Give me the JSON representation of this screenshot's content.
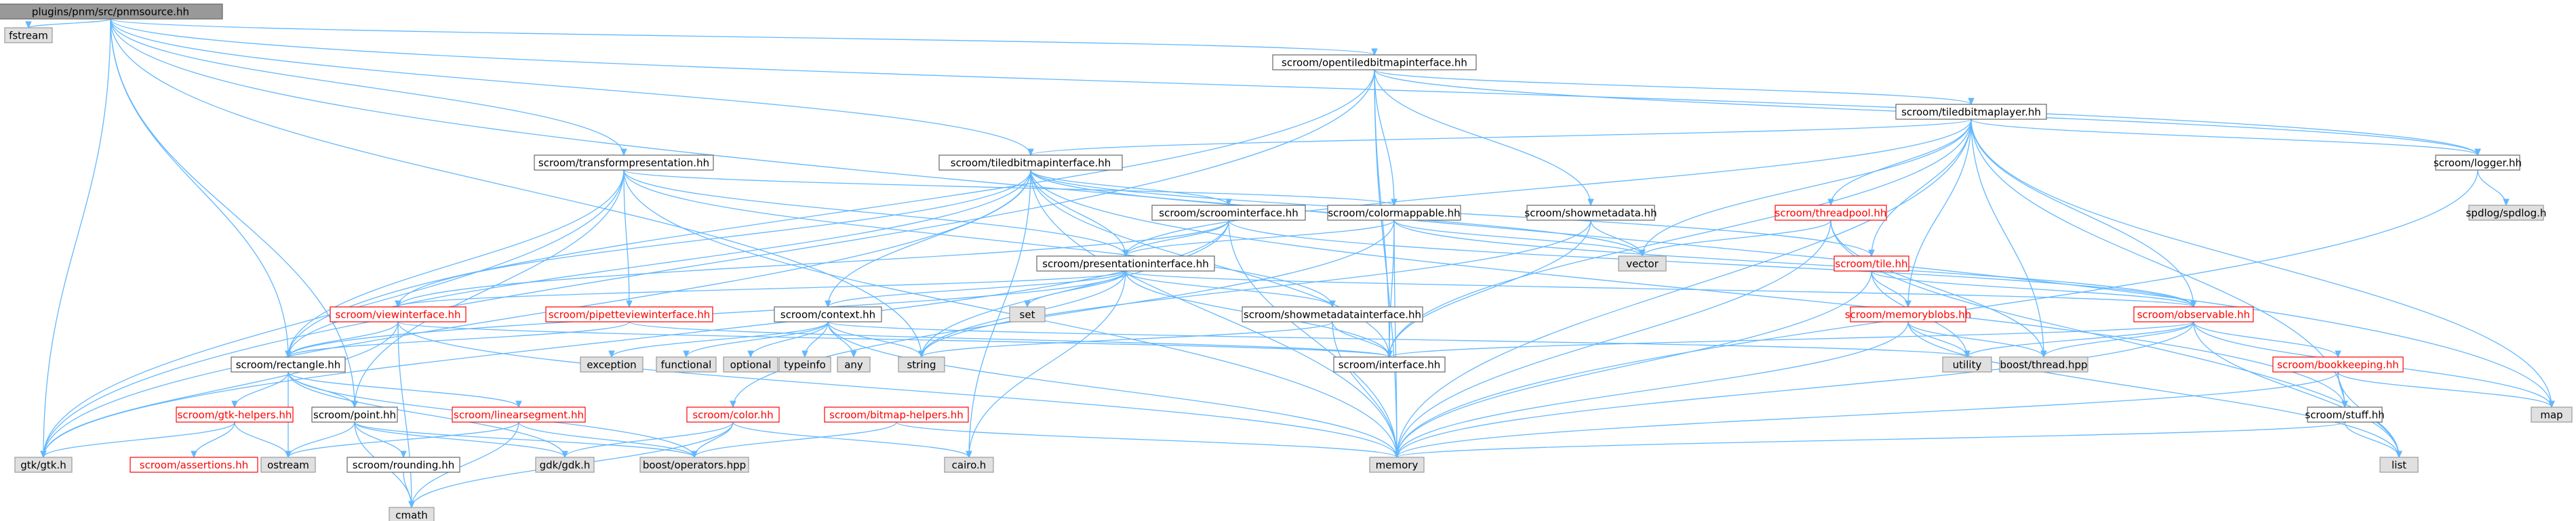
{
  "graph": {
    "colors": {
      "edge": "#63b8ff",
      "root_fill": "#999999",
      "local_fill": "#ffffff",
      "system_fill": "#e0e0e0",
      "border_black": "#666666",
      "border_red": "#ff0000",
      "border_gray": "#999999",
      "text_black": "#000000",
      "text_red": "#ff0000"
    },
    "nodes": [
      {
        "id": "root",
        "label": "plugins/pnm/src/pnmsource.hh",
        "kind": "root"
      },
      {
        "id": "fstream",
        "label": "fstream",
        "kind": "system"
      },
      {
        "id": "opentiled",
        "label": "scroom/opentiledbitmapinterface.hh",
        "kind": "local"
      },
      {
        "id": "transform",
        "label": "scroom/transformpresentation.hh",
        "kind": "local"
      },
      {
        "id": "tiledbitmapinterface",
        "label": "scroom/tiledbitmapinterface.hh",
        "kind": "local"
      },
      {
        "id": "tiledbitmaplayer",
        "label": "scroom/tiledbitmaplayer.hh",
        "kind": "local"
      },
      {
        "id": "logger",
        "label": "scroom/logger.hh",
        "kind": "local"
      },
      {
        "id": "spdlog",
        "label": "spdlog/spdlog.h",
        "kind": "system"
      },
      {
        "id": "scroominterface",
        "label": "scroom/scroominterface.hh",
        "kind": "local"
      },
      {
        "id": "colormappable",
        "label": "scroom/colormappable.hh",
        "kind": "local"
      },
      {
        "id": "showmetadata",
        "label": "scroom/showmetadata.hh",
        "kind": "local"
      },
      {
        "id": "threadpool",
        "label": "scroom/threadpool.hh",
        "kind": "linked"
      },
      {
        "id": "presentationinterface",
        "label": "scroom/presentationinterface.hh",
        "kind": "local"
      },
      {
        "id": "vector",
        "label": "vector",
        "kind": "system"
      },
      {
        "id": "tile",
        "label": "scroom/tile.hh",
        "kind": "linked"
      },
      {
        "id": "viewinterface",
        "label": "scroom/viewinterface.hh",
        "kind": "linked"
      },
      {
        "id": "pipetteviewinterface",
        "label": "scroom/pipetteviewinterface.hh",
        "kind": "linked"
      },
      {
        "id": "context",
        "label": "scroom/context.hh",
        "kind": "local"
      },
      {
        "id": "set",
        "label": "set",
        "kind": "system"
      },
      {
        "id": "showmetadatainterface",
        "label": "scroom/showmetadatainterface.hh",
        "kind": "local"
      },
      {
        "id": "observable",
        "label": "scroom/observable.hh",
        "kind": "linked"
      },
      {
        "id": "memoryblobs",
        "label": "scroom/memoryblobs.hh",
        "kind": "linked"
      },
      {
        "id": "exception",
        "label": "exception",
        "kind": "system"
      },
      {
        "id": "functional",
        "label": "functional",
        "kind": "system"
      },
      {
        "id": "optional",
        "label": "optional",
        "kind": "system"
      },
      {
        "id": "typeinfo",
        "label": "typeinfo",
        "kind": "system"
      },
      {
        "id": "any",
        "label": "any",
        "kind": "system"
      },
      {
        "id": "string",
        "label": "string",
        "kind": "system"
      },
      {
        "id": "interface",
        "label": "scroom/interface.hh",
        "kind": "local"
      },
      {
        "id": "utility",
        "label": "utility",
        "kind": "system"
      },
      {
        "id": "boostthread",
        "label": "boost/thread.hpp",
        "kind": "system"
      },
      {
        "id": "bookkeeping",
        "label": "scroom/bookkeeping.hh",
        "kind": "linked"
      },
      {
        "id": "rectangle",
        "label": "scroom/rectangle.hh",
        "kind": "local"
      },
      {
        "id": "gtkhelpers",
        "label": "scroom/gtk-helpers.hh",
        "kind": "linked"
      },
      {
        "id": "point",
        "label": "scroom/point.hh",
        "kind": "local"
      },
      {
        "id": "linearsegment",
        "label": "scroom/linearsegment.hh",
        "kind": "linked"
      },
      {
        "id": "color",
        "label": "scroom/color.hh",
        "kind": "linked"
      },
      {
        "id": "bitmaphelpers",
        "label": "scroom/bitmap-helpers.hh",
        "kind": "linked"
      },
      {
        "id": "stuff",
        "label": "scroom/stuff.hh",
        "kind": "local"
      },
      {
        "id": "map",
        "label": "map",
        "kind": "system"
      },
      {
        "id": "gtkgtk",
        "label": "gtk/gtk.h",
        "kind": "system"
      },
      {
        "id": "ostream",
        "label": "ostream",
        "kind": "system"
      },
      {
        "id": "assertions",
        "label": "scroom/assertions.hh",
        "kind": "linked"
      },
      {
        "id": "rounding",
        "label": "scroom/rounding.hh",
        "kind": "local"
      },
      {
        "id": "gdkgdk",
        "label": "gdk/gdk.h",
        "kind": "system"
      },
      {
        "id": "boostoperators",
        "label": "boost/operators.hpp",
        "kind": "system"
      },
      {
        "id": "cairo",
        "label": "cairo.h",
        "kind": "system"
      },
      {
        "id": "memory",
        "label": "memory",
        "kind": "system"
      },
      {
        "id": "list",
        "label": "list",
        "kind": "system"
      },
      {
        "id": "cmath",
        "label": "cmath",
        "kind": "system"
      }
    ]
  }
}
